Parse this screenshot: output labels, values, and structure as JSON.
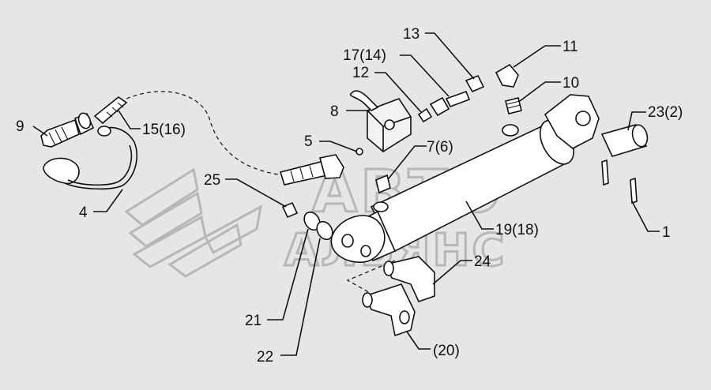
{
  "watermark": {
    "line1": "АВТО",
    "line2": "АЛЬЯНС"
  },
  "callouts": [
    {
      "id": "c1",
      "text": "1"
    },
    {
      "id": "c4",
      "text": "4"
    },
    {
      "id": "c5",
      "text": "5"
    },
    {
      "id": "c7",
      "text": "7(6)"
    },
    {
      "id": "c8",
      "text": "8"
    },
    {
      "id": "c9",
      "text": "9"
    },
    {
      "id": "c10",
      "text": "10"
    },
    {
      "id": "c11",
      "text": "11"
    },
    {
      "id": "c12",
      "text": "12"
    },
    {
      "id": "c13",
      "text": "13"
    },
    {
      "id": "c15",
      "text": "15(16)"
    },
    {
      "id": "c17",
      "text": "17(14)"
    },
    {
      "id": "c19",
      "text": "19(18)"
    },
    {
      "id": "c20",
      "text": "(20)"
    },
    {
      "id": "c21",
      "text": "21"
    },
    {
      "id": "c22",
      "text": "22"
    },
    {
      "id": "c23",
      "text": "23(2)"
    },
    {
      "id": "c24",
      "text": "24"
    },
    {
      "id": "c25",
      "text": "25"
    }
  ]
}
